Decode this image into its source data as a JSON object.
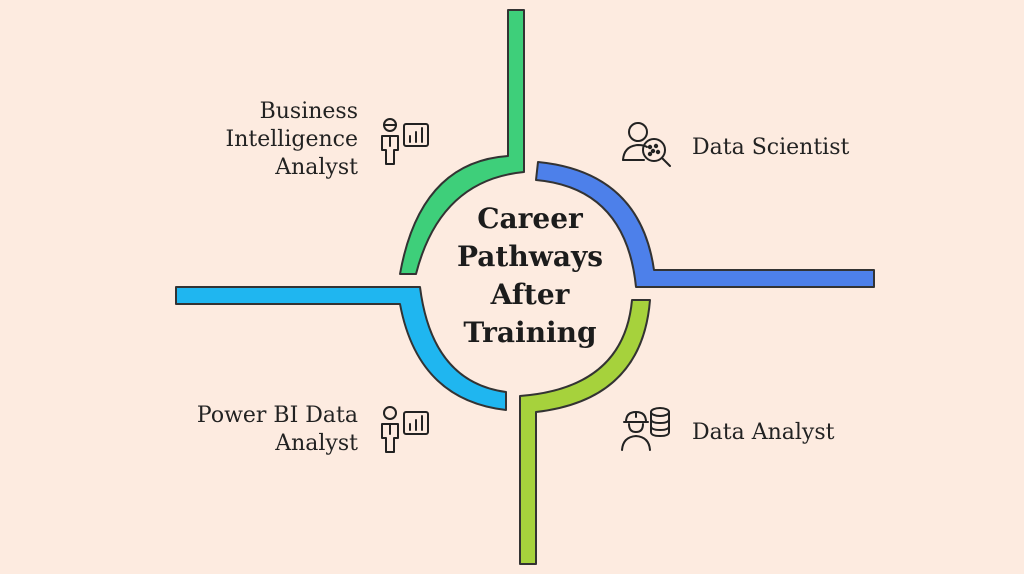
{
  "title": {
    "lines": [
      "Career",
      "Pathways",
      "After",
      "Training"
    ]
  },
  "pathways": [
    {
      "id": "bi",
      "lines": [
        "Business",
        "Intelligence",
        "Analyst"
      ],
      "icon": "presenter-chart-icon",
      "color": "#3ecf7a"
    },
    {
      "id": "ds",
      "lines": [
        "Data Scientist"
      ],
      "icon": "person-magnifier-icon",
      "color": "#4d80ea"
    },
    {
      "id": "pbi",
      "lines": [
        "Power BI Data",
        "Analyst"
      ],
      "icon": "presenter-chart-icon",
      "color": "#1fb6f0"
    },
    {
      "id": "da",
      "lines": [
        "Data Analyst"
      ],
      "icon": "worker-database-icon",
      "color": "#a6d23c"
    }
  ]
}
